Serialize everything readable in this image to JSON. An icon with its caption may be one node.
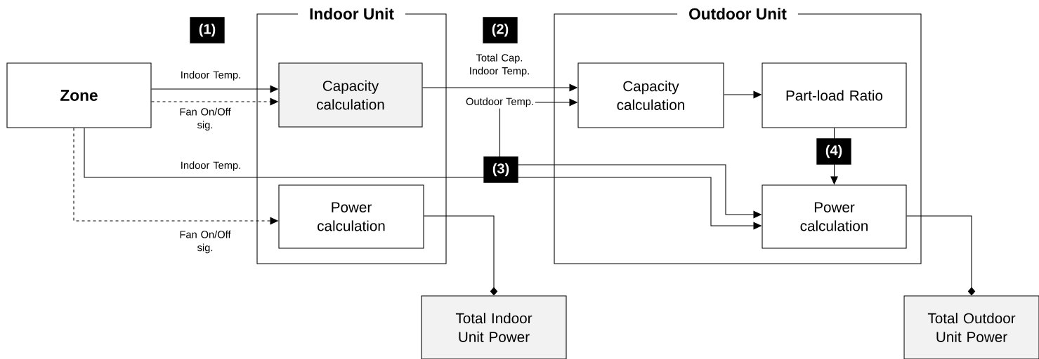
{
  "diagram": {
    "nodes": [
      {
        "text": [
          "Zone"
        ]
      },
      {
        "text": [
          "Indoor Unit"
        ]
      },
      {
        "text": [
          "Capacity calculation"
        ],
        "in": 1
      },
      {
        "text": [
          "Power calculation"
        ],
        "in": 1
      },
      {
        "text": [
          "Outdoor Unit"
        ]
      },
      {
        "text": [
          "Capacity calculation"
        ],
        "in": 4
      },
      {
        "text": [
          "Part-load Ratio"
        ],
        "in": 4
      },
      {
        "text": [
          "Power calculation"
        ],
        "in": 4
      },
      {
        "text": [
          "Total Indoor Unit Power"
        ]
      },
      {
        "text": [
          "Total Outdoor Unit Power"
        ]
      },
      {
        "text": [
          "Outdoor Temp."
        ]
      }
    ],
    "edges": [
      {
        "from": 0,
        "to": 2,
        "arrow": "to",
        "label": "Indoor Temp."
      },
      {
        "from": 0,
        "to": 2,
        "arrow": "to",
        "label": "Fan On/Off sig.",
        "style": "dashed"
      },
      {
        "from": 0,
        "to": 3,
        "arrow": "to",
        "label": "Fan On/Off sig.",
        "style": "dashed"
      },
      {
        "from": 0,
        "to": 7,
        "arrow": "to",
        "label": "Indoor Temp."
      },
      {
        "from": 2,
        "to": 5,
        "arrow": "to",
        "label": "Total Cap. Indoor Temp."
      },
      {
        "from": 10,
        "to": 5,
        "arrow": "to"
      },
      {
        "from": 10,
        "to": 7,
        "arrow": "to"
      },
      {
        "from": 5,
        "to": 6,
        "arrow": "to"
      },
      {
        "from": 6,
        "to": 7,
        "arrow": "to"
      },
      {
        "from": 3,
        "to": 8,
        "arrow": "other"
      },
      {
        "from": 7,
        "to": 9,
        "arrow": "other"
      }
    ],
    "labels": [
      "(1)",
      "(2)",
      "(4)",
      "(3)"
    ]
  }
}
